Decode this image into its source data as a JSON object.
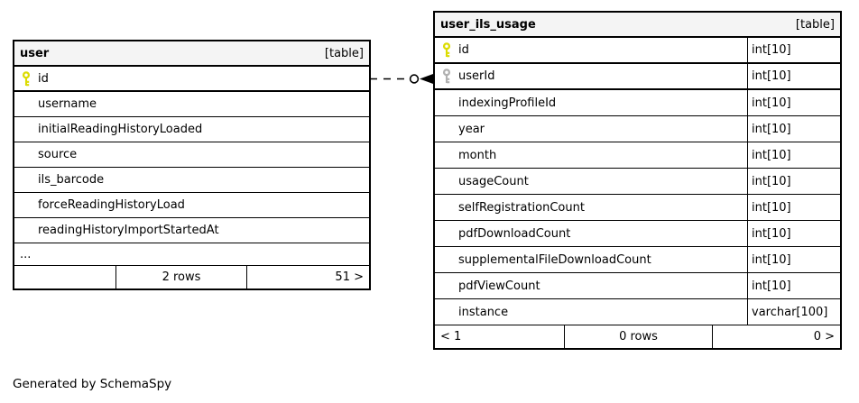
{
  "page": {
    "footer_note": "Generated by SchemaSpy"
  },
  "colors": {
    "primary_key": "#dcdc00",
    "foreign_key": "#b0b0b0",
    "header_bg": "#f4f4f4",
    "border": "#000000",
    "background": "#ffffff"
  },
  "tables": [
    {
      "name": "user",
      "badge": "[table]",
      "columns": [
        {
          "name": "id",
          "key": "primary"
        },
        {
          "name": "username"
        },
        {
          "name": "initialReadingHistoryLoaded"
        },
        {
          "name": "source"
        },
        {
          "name": "ils_barcode"
        },
        {
          "name": "forceReadingHistoryLoad"
        },
        {
          "name": "readingHistoryImportStartedAt"
        }
      ],
      "truncated": "...",
      "footer": {
        "left": "",
        "center": "2 rows",
        "right": "51 >"
      }
    },
    {
      "name": "user_ils_usage",
      "badge": "[table]",
      "columns": [
        {
          "name": "id",
          "key": "primary",
          "type": "int[10]"
        },
        {
          "name": "userId",
          "key": "foreign",
          "type": "int[10]"
        },
        {
          "name": "indexingProfileId",
          "type": "int[10]"
        },
        {
          "name": "year",
          "type": "int[10]"
        },
        {
          "name": "month",
          "type": "int[10]"
        },
        {
          "name": "usageCount",
          "type": "int[10]"
        },
        {
          "name": "selfRegistrationCount",
          "type": "int[10]"
        },
        {
          "name": "pdfDownloadCount",
          "type": "int[10]"
        },
        {
          "name": "supplementalFileDownloadCount",
          "type": "int[10]"
        },
        {
          "name": "pdfViewCount",
          "type": "int[10]"
        },
        {
          "name": "instance",
          "type": "varchar[100]"
        }
      ],
      "footer": {
        "left": "< 1",
        "center": "0 rows",
        "right": "0 >"
      }
    }
  ],
  "relationship": {
    "from": "user.id",
    "to": "user_ils_usage.userId",
    "style": "dashed"
  }
}
